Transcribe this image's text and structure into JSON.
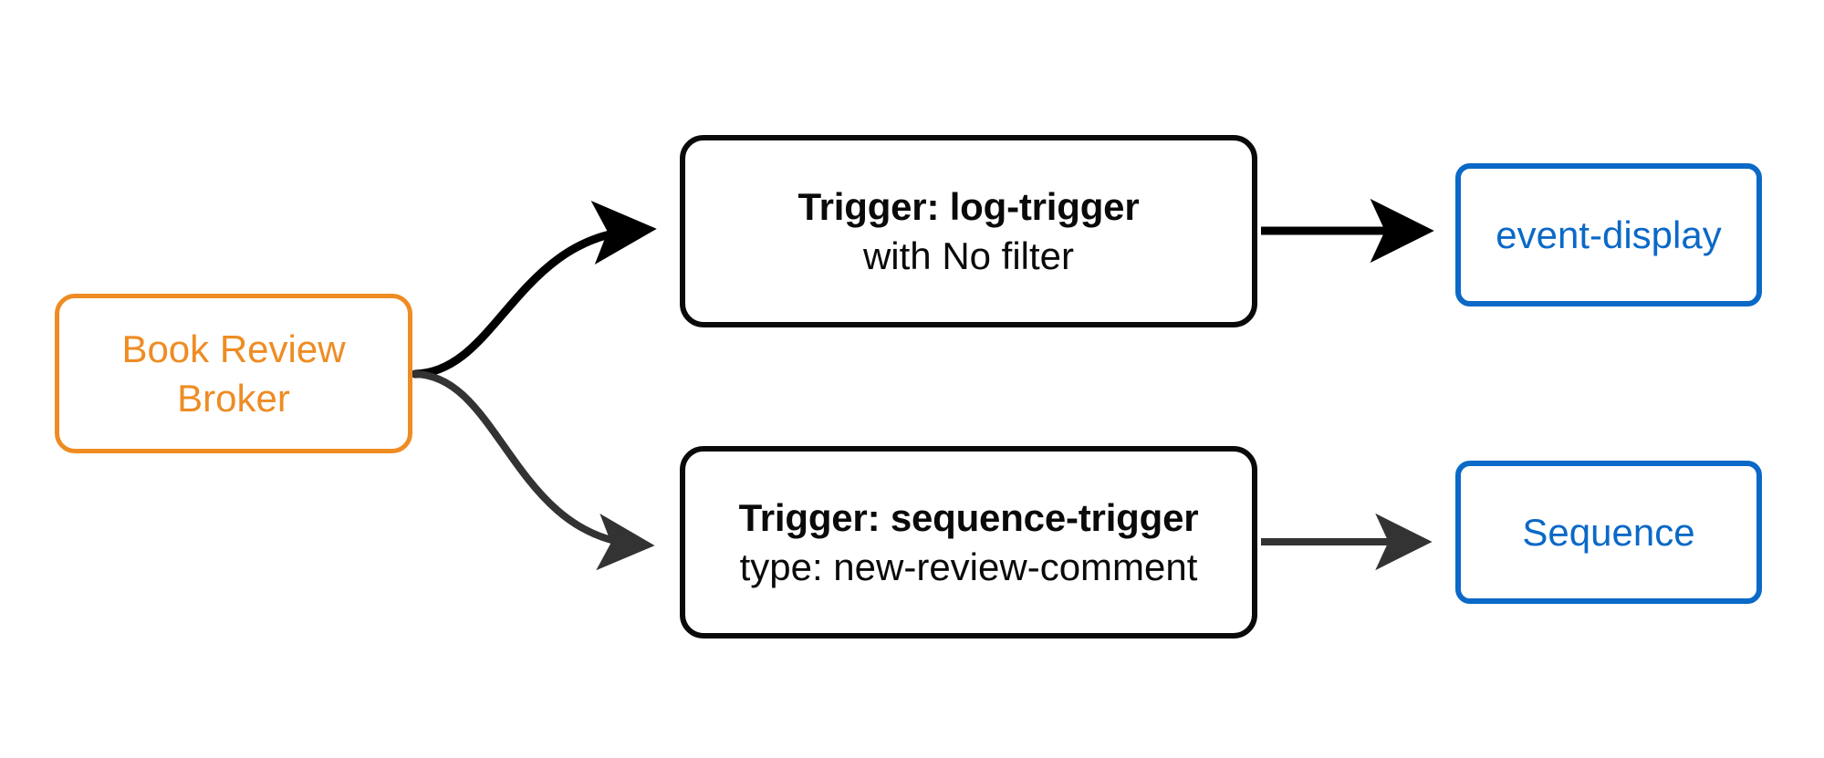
{
  "diagram": {
    "type": "flow-diagram",
    "background": "#ffffff",
    "colors": {
      "source_stroke": "#ee8c23",
      "source_text": "#ee8c23",
      "trigger_stroke": "#0a0a0a",
      "trigger_text": "#0a0a0a",
      "sink_stroke": "#0b69c7",
      "sink_text": "#0b69c7",
      "edge_primary": "#000000",
      "edge_secondary": "#333333"
    },
    "nodes": {
      "source": {
        "id": "book-review-broker",
        "line1": "Book Review",
        "line2": "Broker"
      },
      "trigger_top": {
        "id": "log-trigger",
        "title": "Trigger: log-trigger",
        "subtitle": "with No filter"
      },
      "trigger_bottom": {
        "id": "sequence-trigger",
        "title": "Trigger: sequence-trigger",
        "subtitle": "type: new-review-comment"
      },
      "sink_top": {
        "id": "event-display",
        "label": "event-display"
      },
      "sink_bottom": {
        "id": "sequence",
        "label": "Sequence"
      }
    },
    "edges": [
      {
        "id": "broker-to-log-trigger",
        "from": "book-review-broker",
        "to": "log-trigger",
        "style": "curved",
        "color": "#000000",
        "arrowhead": "filled-triangle"
      },
      {
        "id": "broker-to-sequence-trigger",
        "from": "book-review-broker",
        "to": "sequence-trigger",
        "style": "curved",
        "color": "#333333",
        "arrowhead": "filled-triangle"
      },
      {
        "id": "log-trigger-to-event-display",
        "from": "log-trigger",
        "to": "event-display",
        "style": "straight",
        "color": "#000000",
        "arrowhead": "filled-triangle"
      },
      {
        "id": "sequence-trigger-to-sequence",
        "from": "sequence-trigger",
        "to": "sequence",
        "style": "straight",
        "color": "#333333",
        "arrowhead": "filled-triangle"
      }
    ]
  }
}
